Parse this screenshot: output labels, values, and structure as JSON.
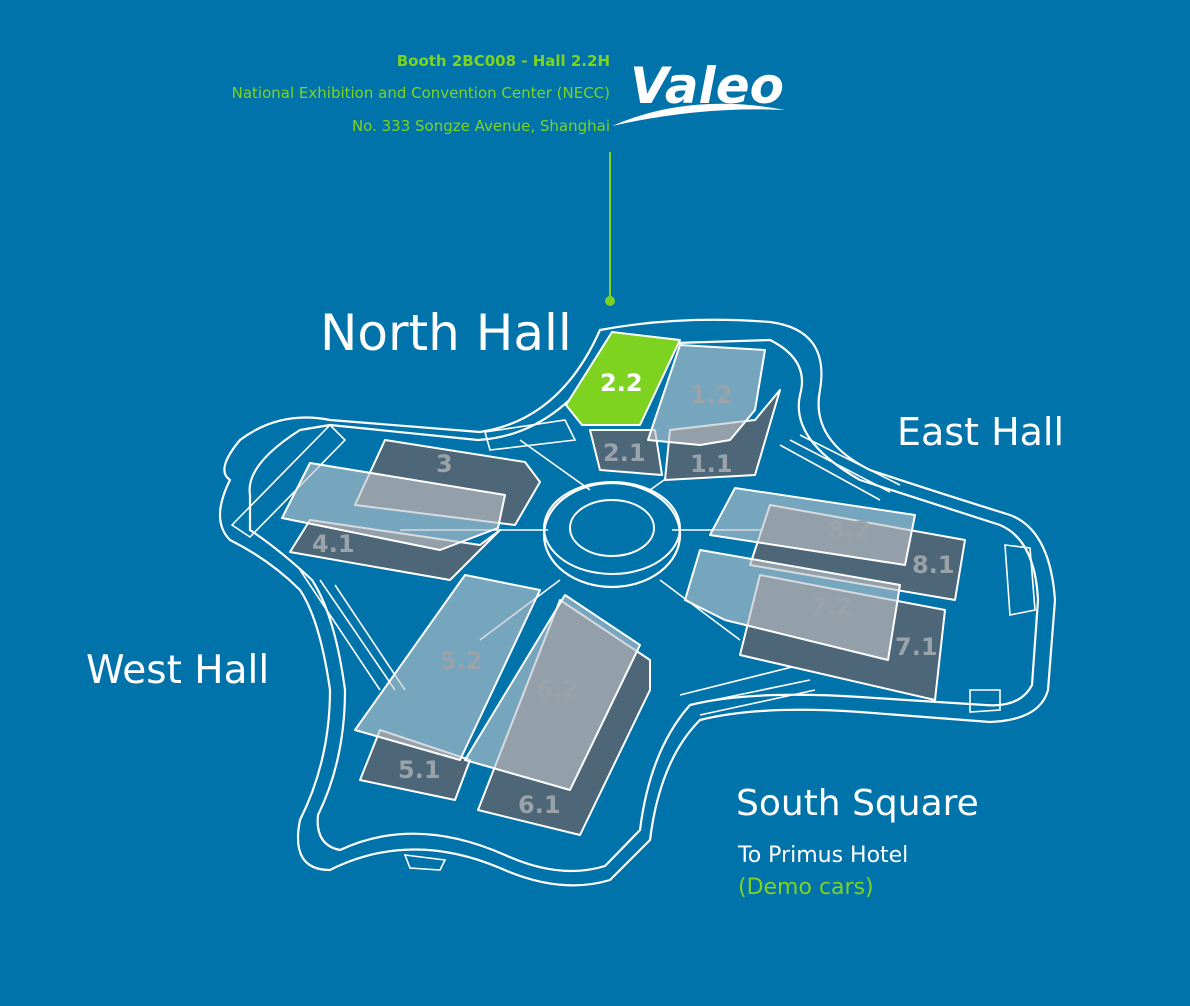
{
  "booth": {
    "title": "Booth 2BC008 - Hall 2.2H",
    "venue": "National Exhibition and Convention Center (NECC)",
    "address": "No. 333 Songze Avenue, Shanghai"
  },
  "logo": {
    "text": "Valeo"
  },
  "halls": {
    "north": "North Hall",
    "east": "East Hall",
    "west": "West Hall",
    "south": "South Square"
  },
  "south_note": {
    "line1": "To Primus Hotel",
    "line2": "(Demo cars)"
  },
  "hall_labels": {
    "h22": "2.2",
    "h21": "2.1",
    "h12": "1.2",
    "h11": "1.1",
    "h3": "3",
    "h41": "4.1",
    "h82": "8.2",
    "h81": "8.1",
    "h72": "7.2",
    "h71": "7.1",
    "h52": "5.2",
    "h51": "5.1",
    "h62": "6.2",
    "h61": "6.1"
  },
  "colors": {
    "background": "#0073ab",
    "accent": "#7ed321",
    "building_lower": "#4d6778",
    "building_upper": "#bec4c9",
    "line": "#ffffff"
  },
  "highlighted_hall": "2.2"
}
